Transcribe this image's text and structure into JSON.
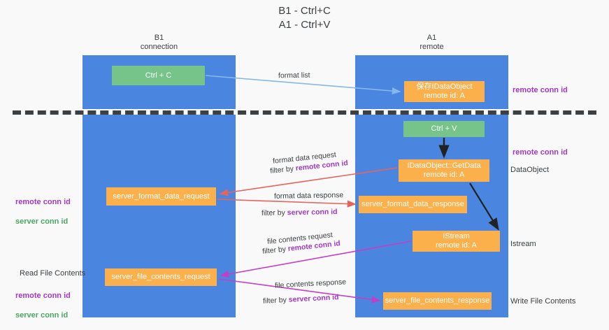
{
  "title": "B1 - Ctrl+C\nA1 - Ctrl+V",
  "columns": {
    "left": {
      "header": "B1\nconnection"
    },
    "right": {
      "header": "A1\nremote"
    }
  },
  "nodes": {
    "ctrl_c": "Ctrl + C",
    "save_idataobject": "保存IDataObject\nremote id: A",
    "ctrl_v": "Ctrl + V",
    "getdata": "IDataObject::GetData\nremote id: A",
    "server_format_data_request": "server_format_data_request",
    "server_format_data_response": "server_format_data_response",
    "istream": "IStream\nremote id: A",
    "server_file_contents_request": "server_file_contents_request",
    "server_file_contents_response": "server_file_contents_response"
  },
  "edge_labels": {
    "format_list": "format list",
    "format_data_request": "format data request",
    "format_data_request_filter_prefix": "filter by ",
    "format_data_request_filter_key": "remote conn id",
    "format_data_response": "format data response",
    "format_data_response_filter_prefix": "filter by ",
    "format_data_response_filter_key": "server conn id",
    "file_contents_request": "file contents request",
    "file_contents_request_filter_prefix": "filter by ",
    "file_contents_request_filter_key": "remote conn id",
    "file_contents_response": "file contents response",
    "file_contents_response_filter_prefix": "filter by ",
    "file_contents_response_filter_key": "server conn id"
  },
  "annotations": {
    "right_remote_conn_id_top": "remote conn id",
    "right_remote_conn_id_mid": "remote conn id",
    "right_dataobject": "DataObject",
    "right_istream": "Istream",
    "right_write_file_contents": "Write File Contents",
    "left_remote_conn_id_mid": "remote conn id",
    "left_server_conn_id_mid": "server conn id",
    "left_read_file_contents": "Read File Contents",
    "left_remote_conn_id_bottom": "remote conn id",
    "left_server_conn_id_bottom": "server conn id"
  },
  "colors": {
    "column_blue": "#4a86e0",
    "node_green": "#76c48a",
    "node_orange": "#fbb04b",
    "accent_purple": "#a238c4",
    "accent_green": "#4aa860",
    "arrow_lightblue": "#86b8e8",
    "arrow_red": "#e8635a",
    "arrow_magenta": "#c43fc4",
    "arrow_black": "#222222",
    "background": "#f9f9f9"
  }
}
